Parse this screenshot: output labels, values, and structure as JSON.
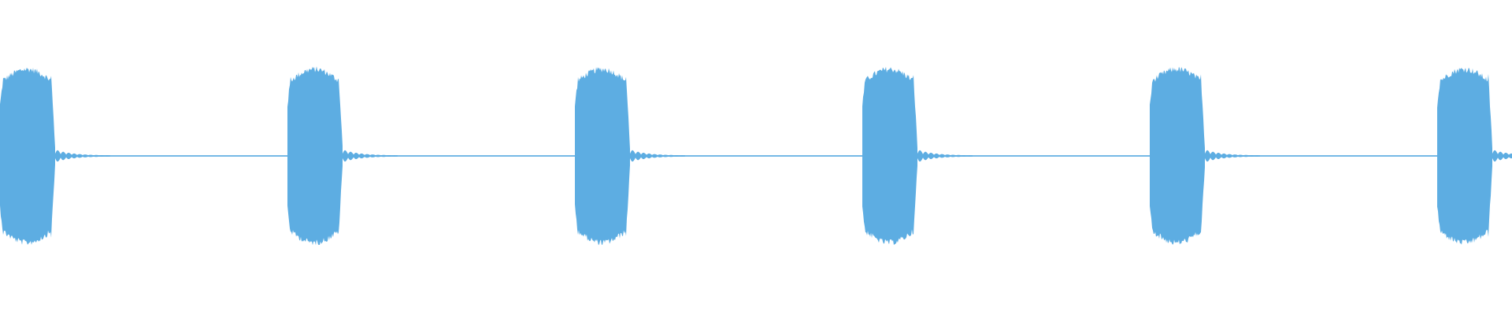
{
  "waveform": {
    "color": "#5dade2",
    "background": "#ffffff",
    "pulse_count": 6,
    "peak_amplitude": 0.9,
    "tail_amplitude": 0.06,
    "baseline_amplitude": 0.004
  }
}
